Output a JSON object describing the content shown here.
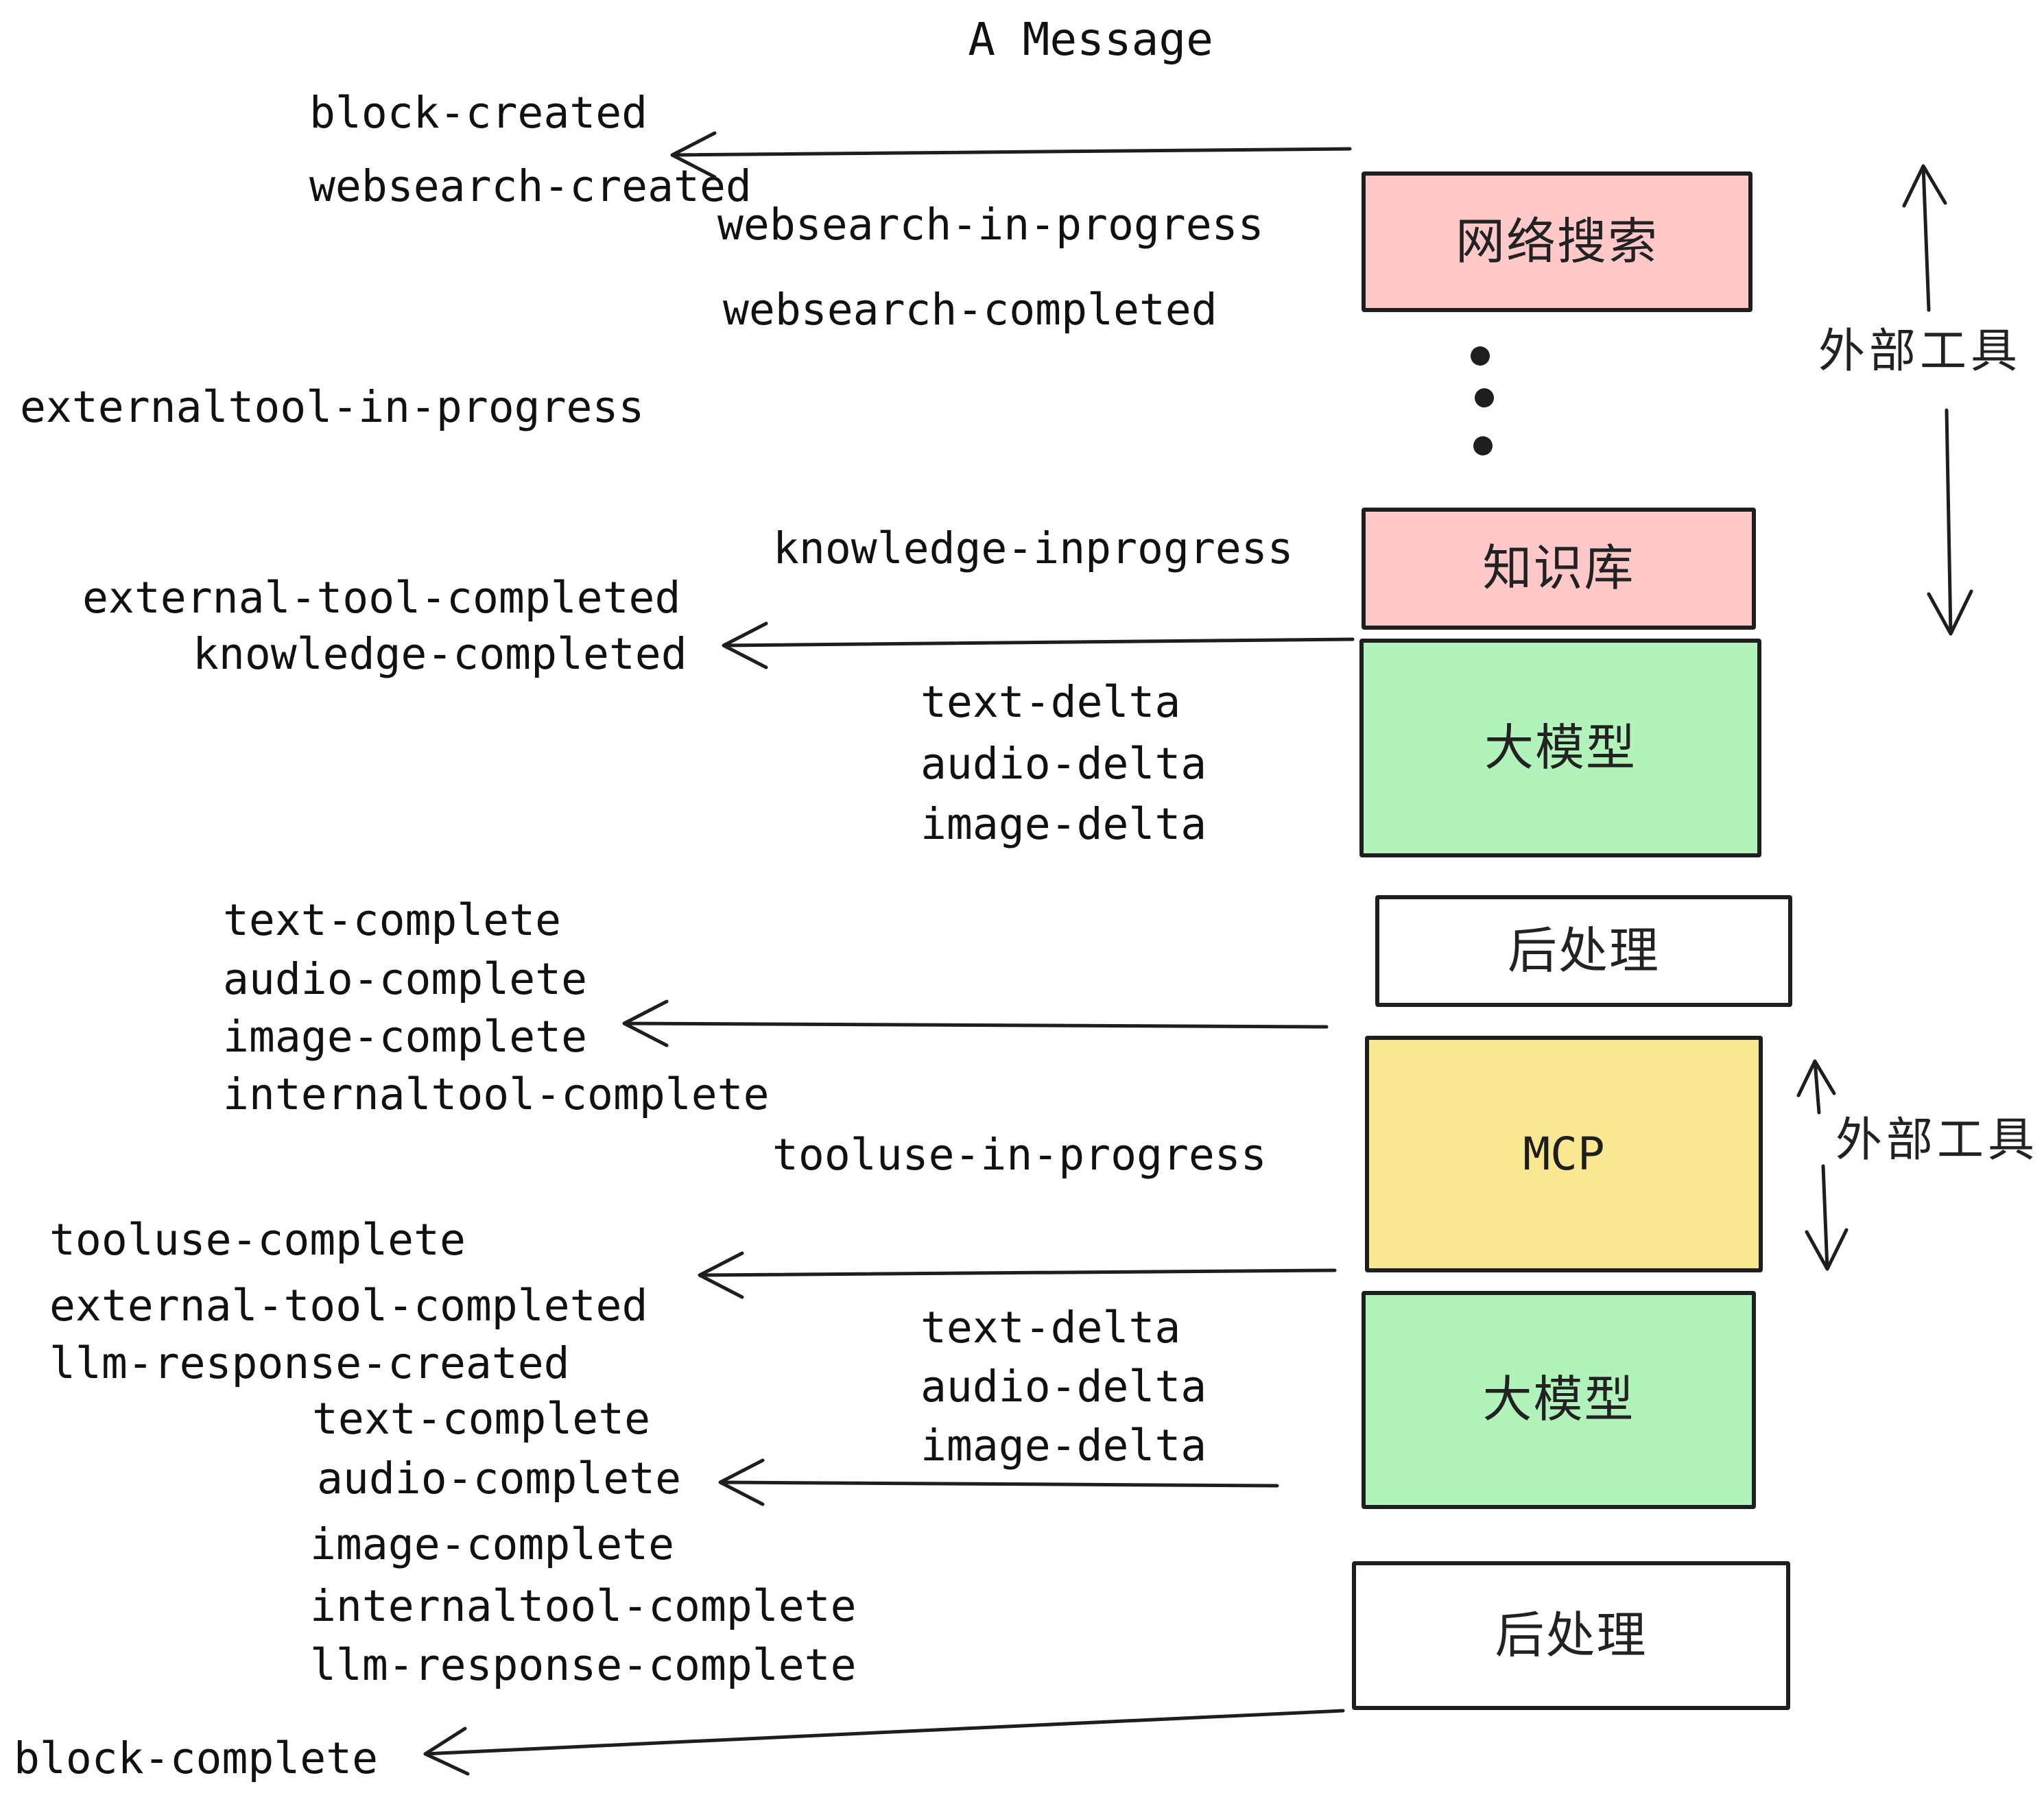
{
  "title": "A Message",
  "colors": {
    "pink": "#FFC9C9",
    "green": "#B2F2BB",
    "yellow": "#FAE792",
    "white": "#FFFFFF",
    "stroke": "#1e1e1e",
    "ink": "#111111",
    "background": "#FFFFFF"
  },
  "boxes": [
    {
      "id": "websearch",
      "label": "网络搜索",
      "fill": "pink"
    },
    {
      "id": "knowledge",
      "label": "知识库",
      "fill": "pink"
    },
    {
      "id": "llm-1",
      "label": "大模型",
      "fill": "green"
    },
    {
      "id": "postprocess-1",
      "label": "后处理",
      "fill": "white"
    },
    {
      "id": "mcp",
      "label": "MCP",
      "fill": "yellow"
    },
    {
      "id": "llm-2",
      "label": "大模型",
      "fill": "green"
    },
    {
      "id": "postprocess-2",
      "label": "后处理",
      "fill": "white"
    }
  ],
  "side_labels": [
    {
      "text": "外部工具"
    },
    {
      "text": "外部工具"
    }
  ],
  "events": [
    {
      "text": "block-created"
    },
    {
      "text": "websearch-created"
    },
    {
      "text": "websearch-in-progress"
    },
    {
      "text": "websearch-completed"
    },
    {
      "text": "externaltool-in-progress"
    },
    {
      "text": "knowledge-inprogress"
    },
    {
      "text": "external-tool-completed"
    },
    {
      "text": "knowledge-completed"
    },
    {
      "text": "text-delta"
    },
    {
      "text": "audio-delta"
    },
    {
      "text": "image-delta"
    },
    {
      "text": "text-complete"
    },
    {
      "text": "audio-complete"
    },
    {
      "text": "image-complete"
    },
    {
      "text": "internaltool-complete"
    },
    {
      "text": "tooluse-in-progress"
    },
    {
      "text": "tooluse-complete"
    },
    {
      "text": "external-tool-completed"
    },
    {
      "text": "llm-response-created"
    },
    {
      "text": "text-delta"
    },
    {
      "text": "audio-delta"
    },
    {
      "text": "image-delta"
    },
    {
      "text": "text-complete"
    },
    {
      "text": "audio-complete"
    },
    {
      "text": "image-complete"
    },
    {
      "text": "internaltool-complete"
    },
    {
      "text": "llm-response-complete"
    },
    {
      "text": "block-complete"
    }
  ]
}
